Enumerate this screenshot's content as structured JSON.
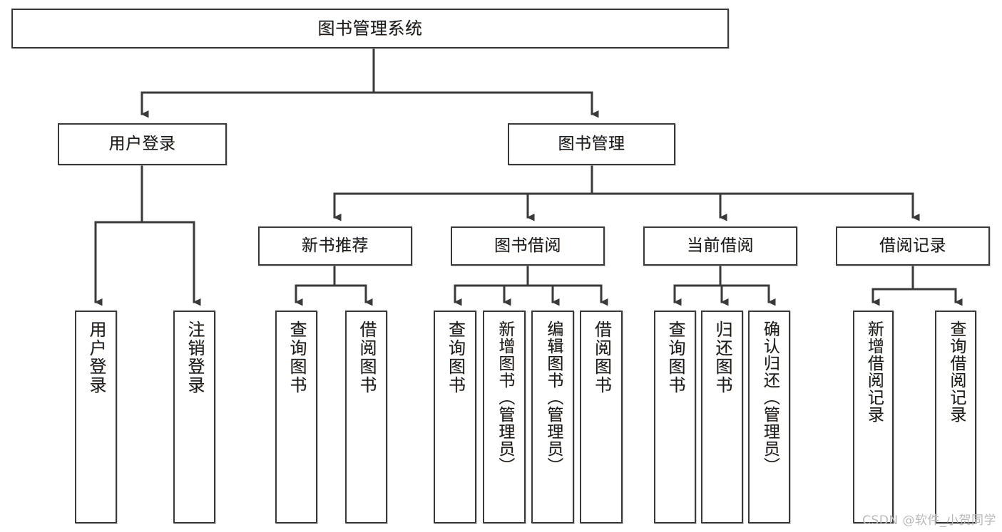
{
  "diagram": {
    "type": "tree-hierarchy",
    "title": "图书管理系统",
    "watermark": "CSDN @软件_小贺同学",
    "colors": {
      "stroke": "#3a3a3a",
      "fill": "#ffffff",
      "text": "#1b1b1b",
      "watermark": "#b9b9b9"
    },
    "nodes": {
      "root": {
        "label": "图书管理系统"
      },
      "level2": [
        {
          "label": "用户登录"
        },
        {
          "label": "图书管理"
        }
      ],
      "level3": [
        {
          "label": "新书推荐"
        },
        {
          "label": "图书借阅"
        },
        {
          "label": "当前借阅"
        },
        {
          "label": "借阅记录"
        }
      ],
      "leaves_user_login": [
        {
          "label": "用户登录"
        },
        {
          "label": "注销登录"
        }
      ],
      "leaves_new_book": [
        {
          "label": "查询图书"
        },
        {
          "label": "借阅图书"
        }
      ],
      "leaves_borrow": [
        {
          "label": "查询图书"
        },
        {
          "label": "新增图书（管理员）"
        },
        {
          "label": "编辑图书（管理员）"
        },
        {
          "label": "借阅图书"
        }
      ],
      "leaves_current": [
        {
          "label": "查询图书"
        },
        {
          "label": "归还图书"
        },
        {
          "label": "确认归还（管理员）"
        }
      ],
      "leaves_records": [
        {
          "label": "新增借阅记录"
        },
        {
          "label": "查询借阅记录"
        }
      ]
    }
  }
}
